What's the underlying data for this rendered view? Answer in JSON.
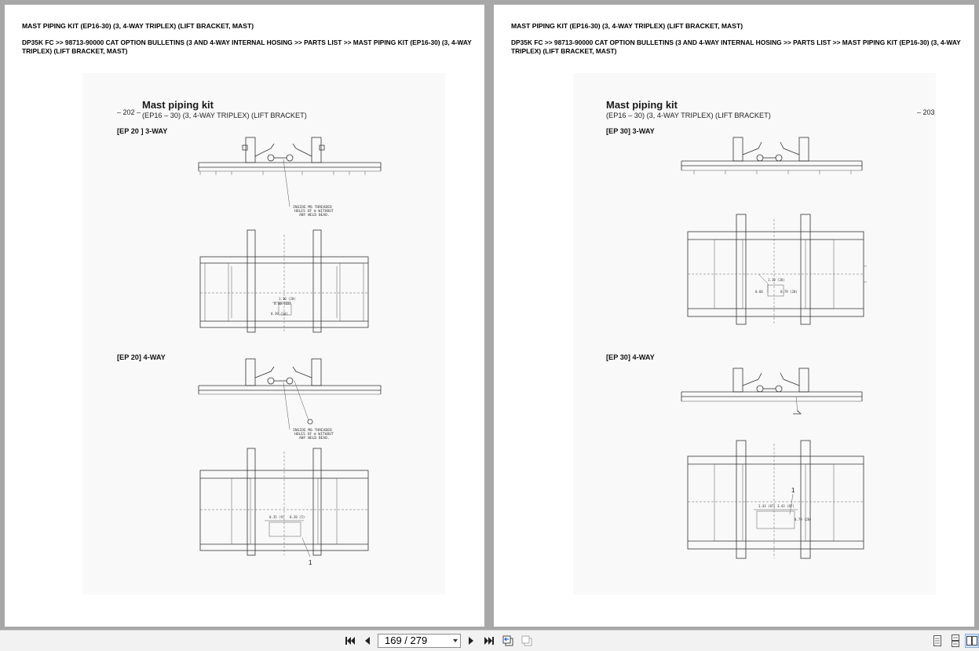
{
  "document": {
    "header_title": "MAST PIPING KIT (EP16-30) (3, 4-WAY TRIPLEX) (LIFT BRACKET, MAST)",
    "breadcrumb": "DP35K FC >> 98713-90000 CAT OPTION BULLETINS (3 AND 4-WAY INTERNAL HOSING >> PARTS LIST >> MAST PIPING KIT (EP16-30) (3, 4-WAY TRIPLEX) (LIFT BRACKET, MAST)"
  },
  "left_page": {
    "page_number": "– 202 –",
    "title": "Mast piping kit",
    "subtitle": "(EP16 – 30)  (3, 4-WAY TRIPLEX) (LIFT BRACKET)",
    "section1": "[EP 20 ] 3-WAY",
    "section2": "[EP 20] 4-WAY",
    "note_line1": "INSIDE M6 THREADED",
    "note_line2": "HOLES OF ® WITHOUT",
    "note_line3": "ANY WELD BEAD.",
    "callout": "1",
    "dim_a": "1.10 (28)",
    "dim_b": "0.60 (15)",
    "dim_c": "0.39 (10)",
    "dim_d": "0.35 (9)",
    "dim_e": "0.20 (5)"
  },
  "right_page": {
    "page_number": "– 203",
    "title": "Mast piping kit",
    "subtitle": "(EP16 – 30)  (3, 4-WAY TRIPLEX) (LIFT BRACKET)",
    "section1": "[EP 30] 3-WAY",
    "section2": "[EP 30] 4-WAY",
    "callout": "1",
    "dim_a": "1.10 (28)",
    "dim_b": "0.60",
    "dim_c": "0.79 (20)",
    "dim_d": "3.43 (87)",
    "dim_e": "0.79 (20)"
  },
  "toolbar": {
    "page_indicator": "169 / 279",
    "icons": [
      "first-page-icon",
      "previous-page-icon",
      "next-page-icon",
      "last-page-icon",
      "go-back-icon",
      "go-forward-icon",
      "single-page-view-icon",
      "continuous-view-icon",
      "two-page-view-icon"
    ]
  }
}
